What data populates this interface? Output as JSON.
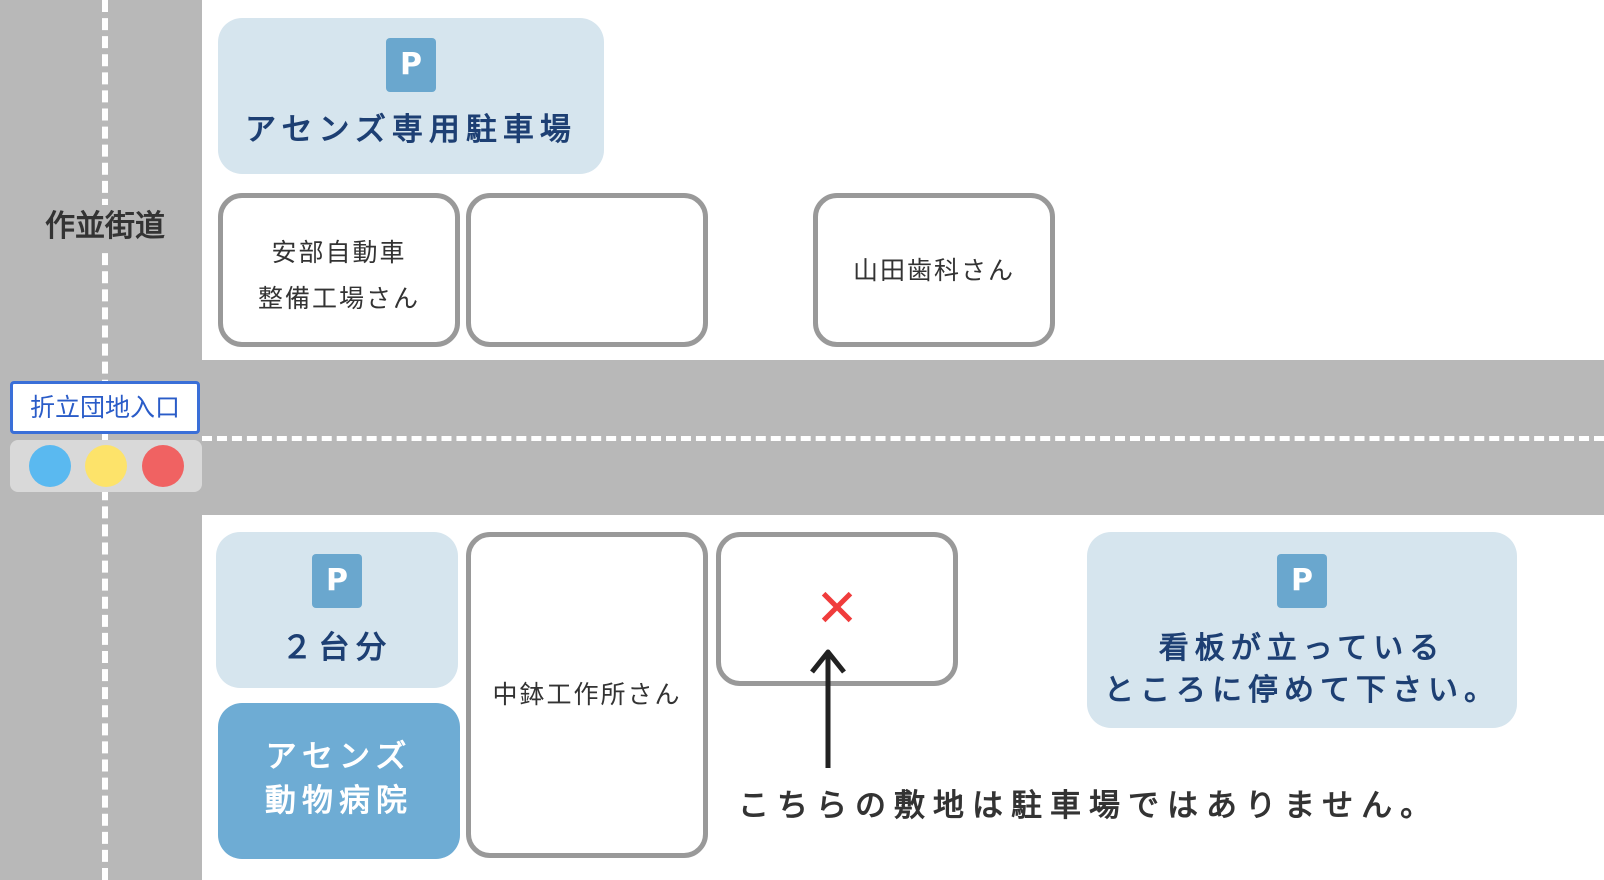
{
  "road": {
    "main_street_label": "作並街道",
    "intersection_sign": "折立団地入口"
  },
  "signal": {
    "colors": [
      "#5ab9f0",
      "#fde36a",
      "#f06262"
    ]
  },
  "parking_main": {
    "icon": "P",
    "label": "アセンズ専用駐車場"
  },
  "parking_small": {
    "icon": "P",
    "label": "２台分"
  },
  "parking_sign": {
    "icon": "P",
    "line1": "看板が立っている",
    "line2": "ところに停めて下さい。"
  },
  "buildings": {
    "abe_line1": "安部自動車",
    "abe_line2": "整備工場さん",
    "yamada": "山田歯科さん",
    "nakabachi": "中鉢工作所さん"
  },
  "hospital": {
    "line1": "アセンズ",
    "line2": "動物病院"
  },
  "no_parking": {
    "mark": "✕",
    "note": "こちらの敷地は駐車場ではありません。"
  },
  "colors": {
    "road": "#b8b8b8",
    "parking_panel": "#d6e5ee",
    "parking_icon": "#6aa7ce",
    "hospital": "#6eacd4",
    "label_dark_blue": "#1d3f73",
    "cross_red": "#f03c3c"
  }
}
